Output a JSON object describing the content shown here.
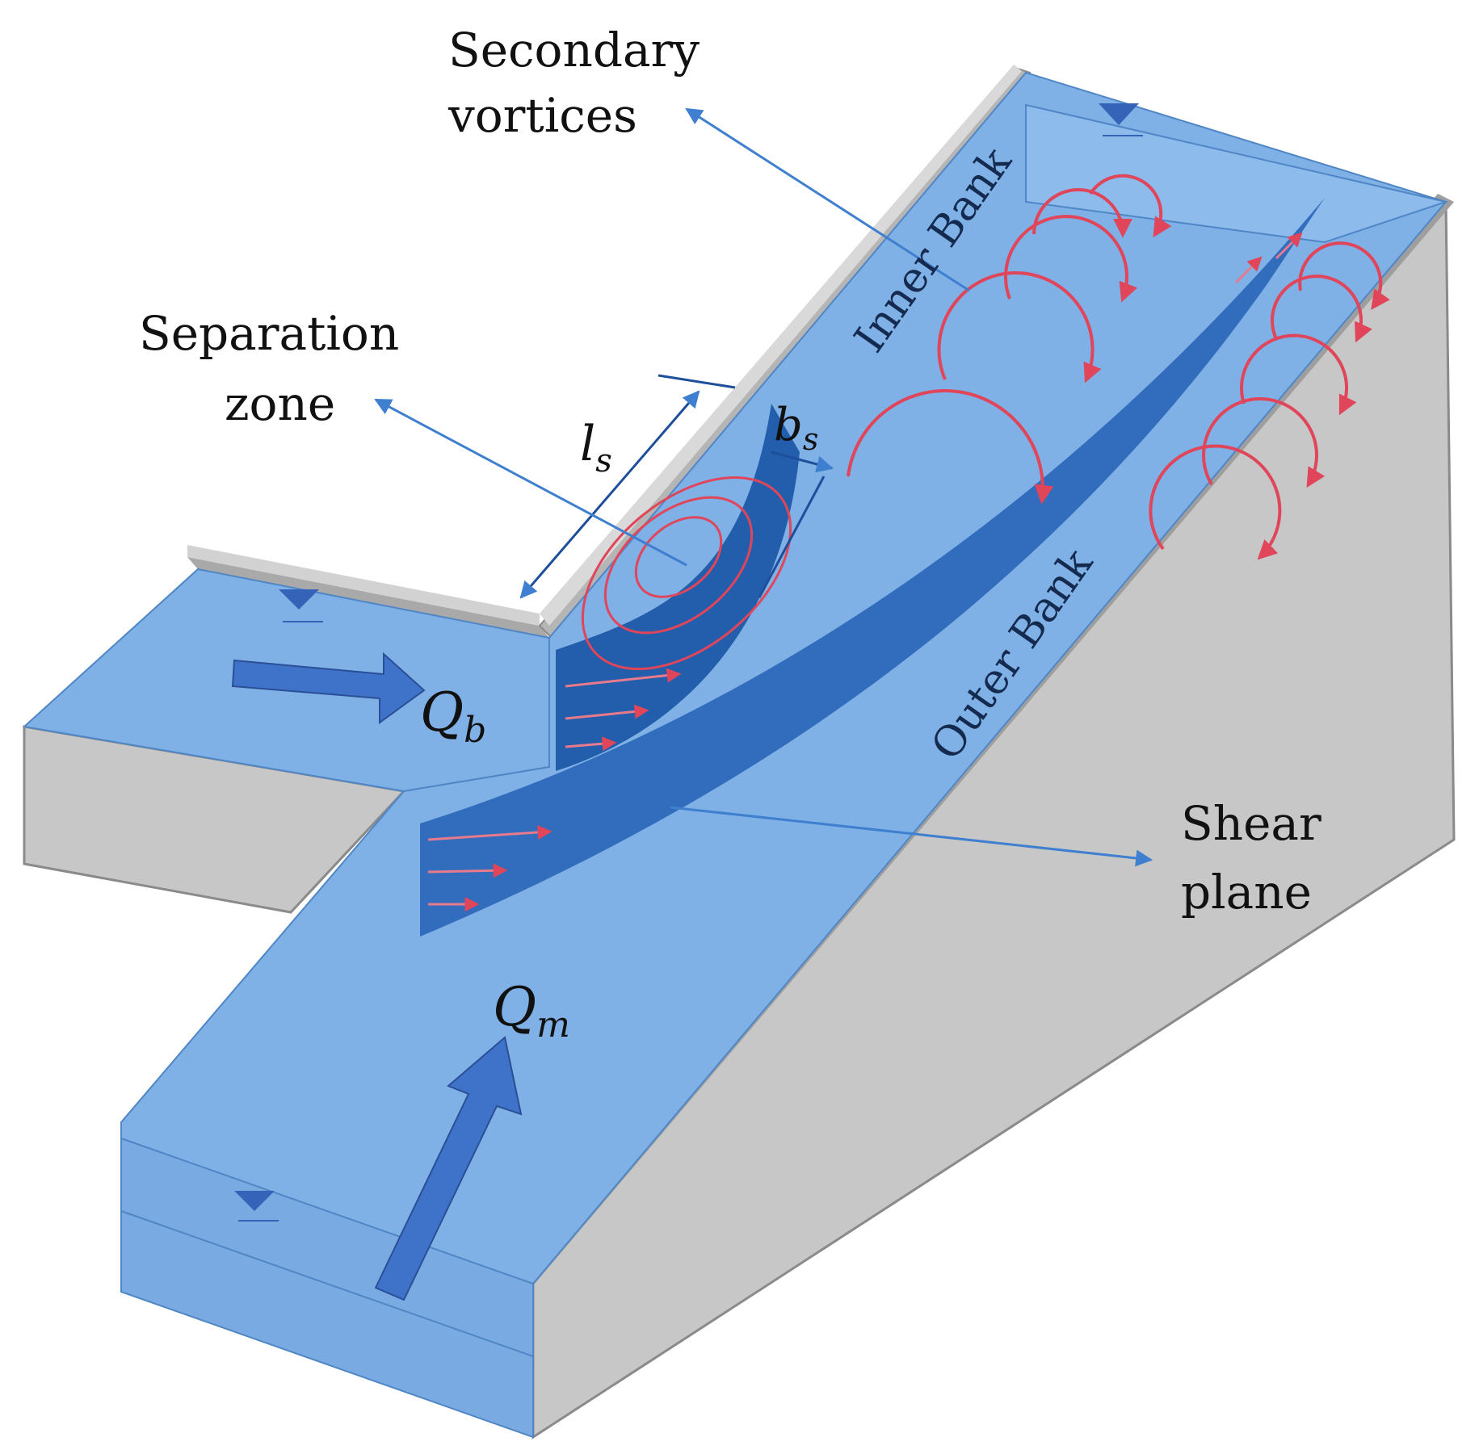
{
  "labels": {
    "secondary_vortices": [
      "Secondary",
      "vortices"
    ],
    "separation_zone": [
      "Separation",
      "zone"
    ],
    "shear_plane": [
      "Shear",
      "plane"
    ],
    "inner_bank": "Inner Bank",
    "outer_bank": "Outer Bank"
  },
  "symbols": {
    "ls": {
      "base": "l",
      "sub": "s"
    },
    "bs": {
      "base": "b",
      "sub": "s"
    },
    "qb": {
      "base": "Q",
      "sub": "b"
    },
    "qm": {
      "base": "Q",
      "sub": "m"
    }
  },
  "colors": {
    "water": "#7fb0e6",
    "water_dark": "#1e5aa8",
    "wall": "#c7c7c7",
    "wall_edge": "#8a8a8a",
    "vortex": "#e0455a",
    "leader": "#3f7fd0",
    "flow_arrow": "#3f72c9"
  }
}
